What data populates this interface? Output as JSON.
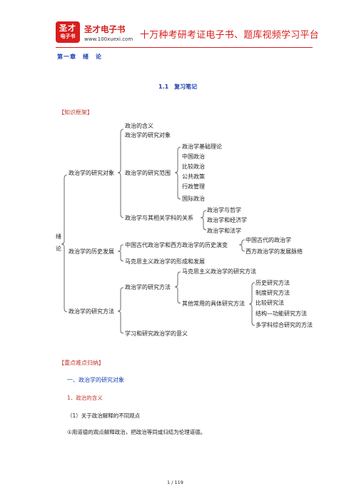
{
  "header": {
    "logo_line1": "圣才",
    "logo_line2": "电子书",
    "brand": "圣才电子书",
    "website": "www.100xuexi.com",
    "slogan": "十万种考研考证电子书、题库视频学习平台"
  },
  "chapter_title": "第一章　绪　论",
  "section_title": "1.1　复习笔记",
  "framework_label": "【知识框架】",
  "diagram": {
    "root_line1": "绪",
    "root_line2": "论",
    "l1": [
      "政治学的研究对象",
      "政治学的历史发展",
      "政治学的研究方法"
    ],
    "object": {
      "items": [
        "政治的含义",
        "政治学的研究对象",
        "政治学的研究范围",
        "政治学与其相关学科的关系"
      ],
      "scope": [
        "政治学基础理论",
        "中国政治",
        "比较政治",
        "公共政策",
        "行政管理",
        "国际政治"
      ],
      "related": [
        "政治学与哲学",
        "政治学和经济学",
        "政治学和法学"
      ]
    },
    "history": {
      "items": [
        "中国古代政治学和西方政治学的历史演变",
        "马克思主义政治学的形成和发展"
      ],
      "evolution": [
        "中国古代的政治学",
        "西方政治学的发展脉络"
      ]
    },
    "method": {
      "items": [
        "政治学的研究方法",
        "学习和研究政治学的意义"
      ],
      "approaches": [
        "马克思主义政治学的研究方法",
        "其他常用的具体研究方法"
      ],
      "specific": [
        "历史研究方法",
        "制度研究方法",
        "比较研究法",
        "结构—功能研究方法",
        "多学科综合研究的方法"
      ]
    }
  },
  "keypoints_label": "【重点难点归纳】",
  "heading1": "一、政治学的研究对象",
  "heading2": "1．政治的含义",
  "para1": "（1）关于政治解释的不同观点",
  "para2": "①用道德的观点解释政治，把政治等同或归结为伦理道德。",
  "page_number": "1 / 119"
}
